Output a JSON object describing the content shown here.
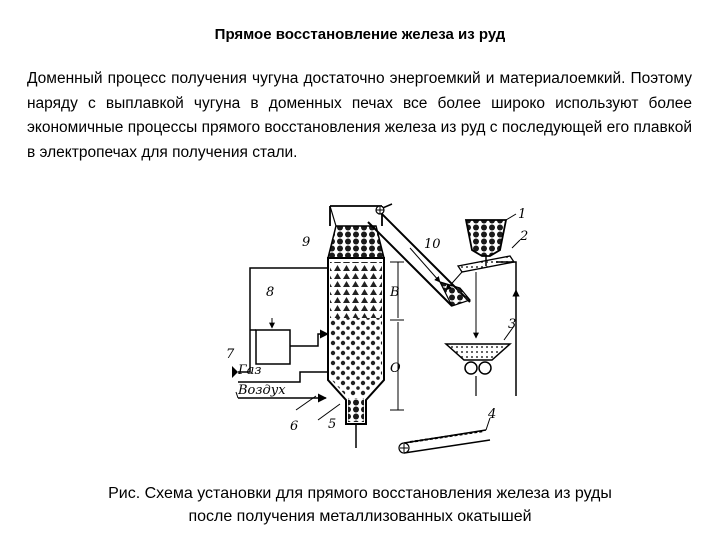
{
  "heading": "Прямое восстановление железа из руд",
  "paragraph": "Доменный процесс получения чугуна достаточно энергоемкий и материалоемкий. Поэтому наряду с выплавкой чугуна в доменных печах все более широко используют более экономичные процессы прямого восстановления железа из руд с последующей его плавкой в электропечах для получения стали.",
  "figure": {
    "labels": {
      "n1": "1",
      "n2": "2",
      "n3": "3",
      "n4": "4",
      "n5": "5",
      "n6": "6",
      "n7": "7",
      "n8": "8",
      "n9": "9",
      "n10": "10",
      "zone_v": "В",
      "zone_o": "О",
      "gas": "Газ",
      "air": "Воздух"
    }
  },
  "caption": {
    "line1": "Рис. Схема установки для прямого восстановления железа из руды",
    "line2": "после получения металлизованных окатышей"
  }
}
